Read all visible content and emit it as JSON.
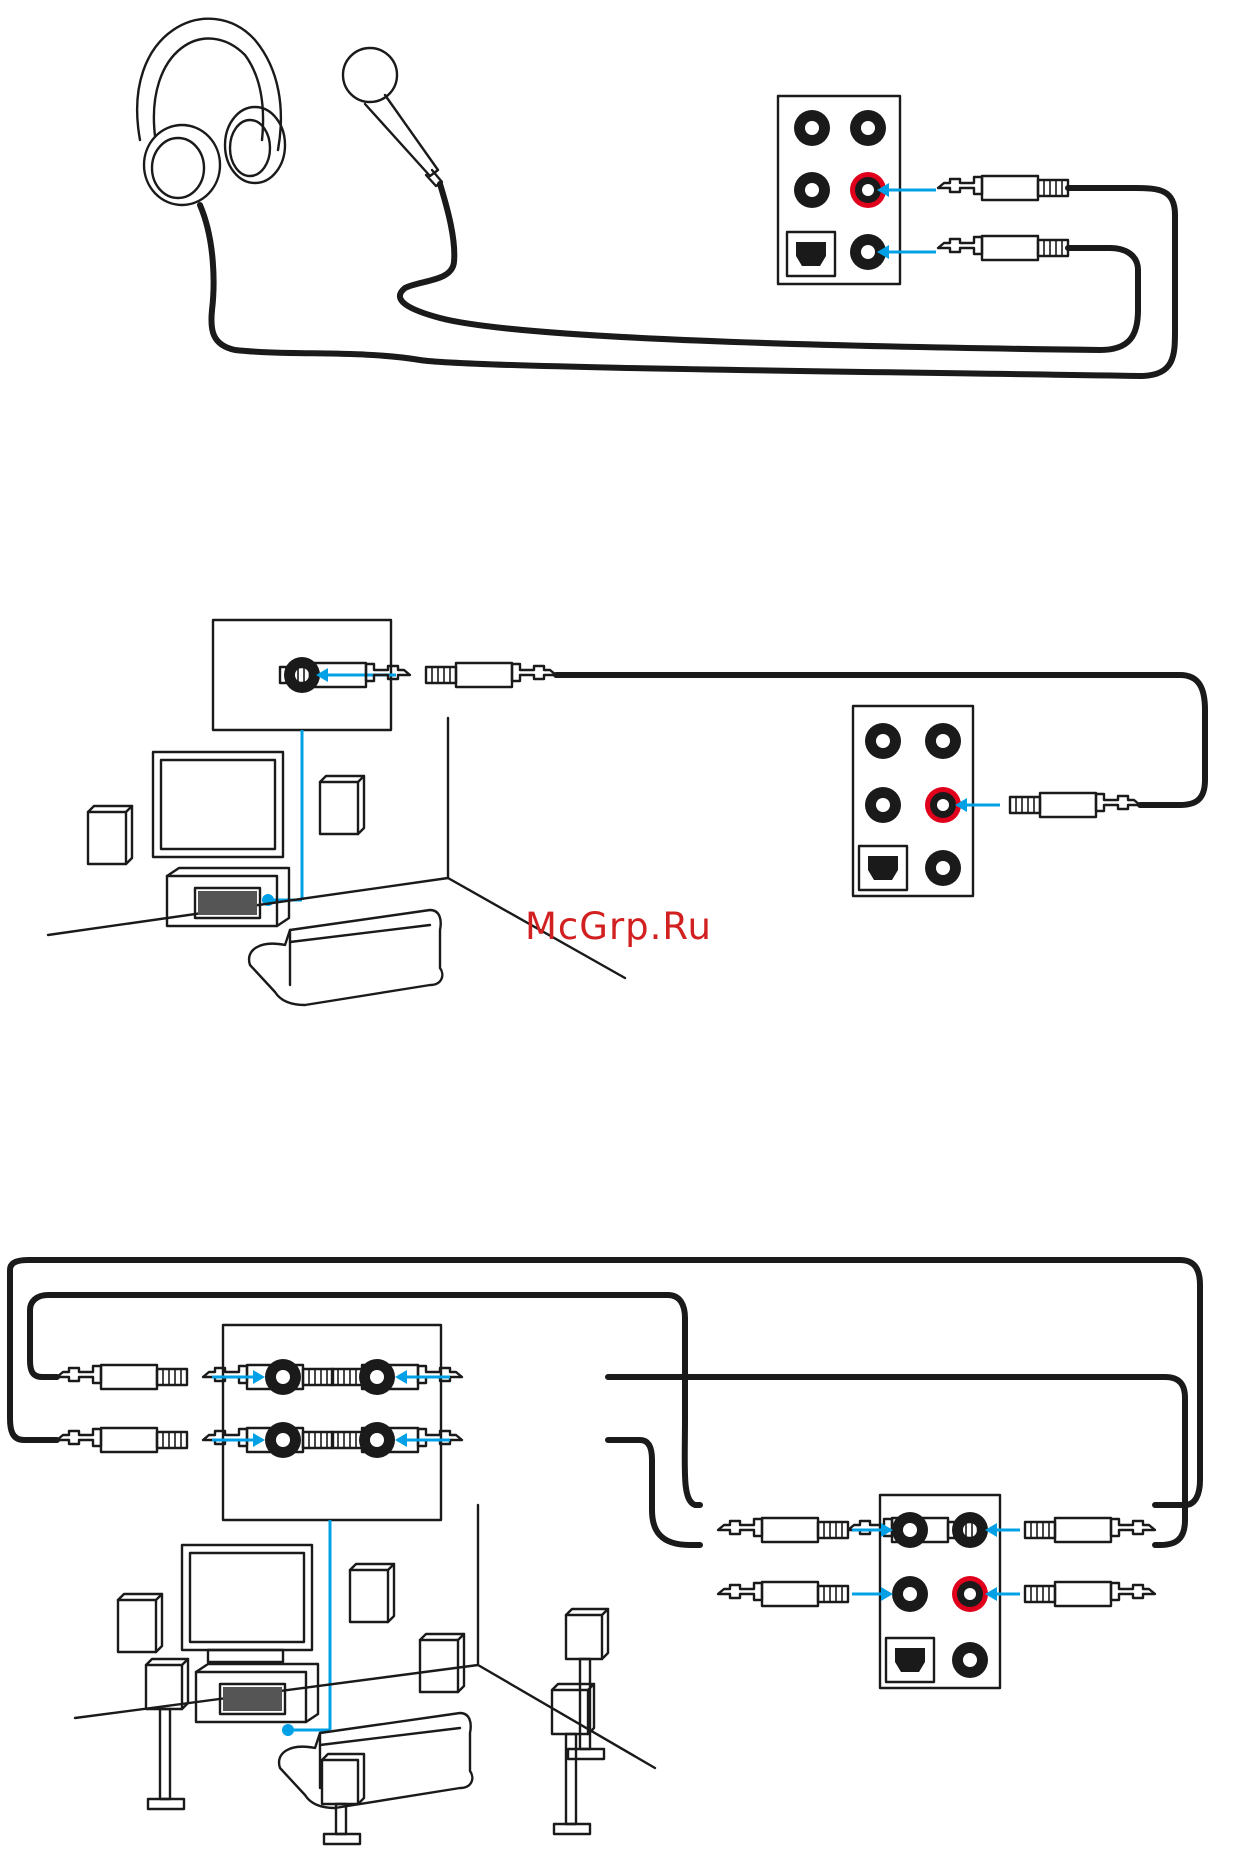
{
  "watermark": {
    "text": "McGrp.Ru",
    "color": "#d21f1f"
  },
  "colors": {
    "line": "#1a1a1a",
    "connection_arrow": "#00a0e6",
    "highlight_jack": "#e0001b"
  },
  "icons": [
    "headphones-icon",
    "microphone-icon",
    "audio-panel-icon",
    "audio-plug-icon",
    "amplifier-icon",
    "tv-icon",
    "speaker-icon",
    "sofa-icon",
    "optical-port-icon"
  ],
  "diagrams": [
    {
      "name": "headphone-and-microphone-connection",
      "panel_jacks": 6,
      "highlighted_jacks": [
        "line-out"
      ]
    },
    {
      "name": "stereo-speaker-connection",
      "panel_jacks": 6,
      "highlighted_jacks": [
        "line-out"
      ]
    },
    {
      "name": "surround-speaker-connection",
      "panel_jacks": 6,
      "amplifier_jacks": 4,
      "highlighted_jacks": [
        "line-out"
      ]
    }
  ]
}
